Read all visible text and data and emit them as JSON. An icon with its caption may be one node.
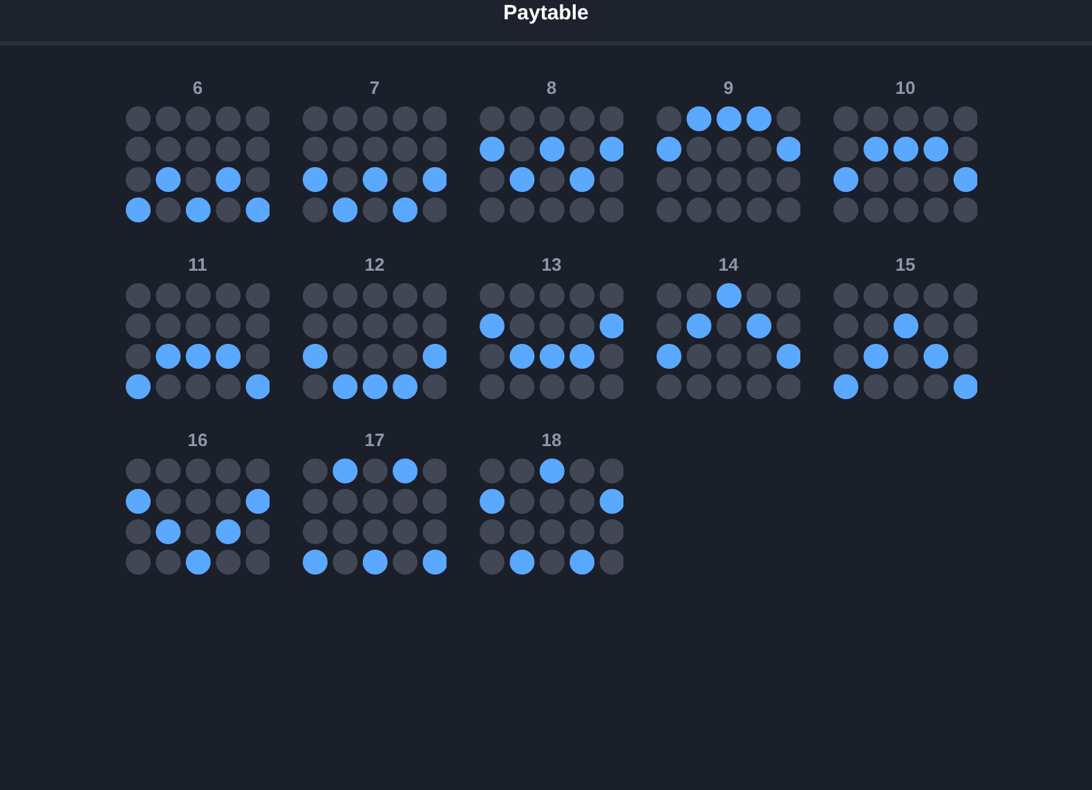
{
  "diagram": {
    "title": "Paytable",
    "labels": [
      "6",
      "7",
      "8",
      "9",
      "10",
      "11",
      "12",
      "13",
      "14",
      "15",
      "16",
      "17",
      "18"
    ]
  }
}
